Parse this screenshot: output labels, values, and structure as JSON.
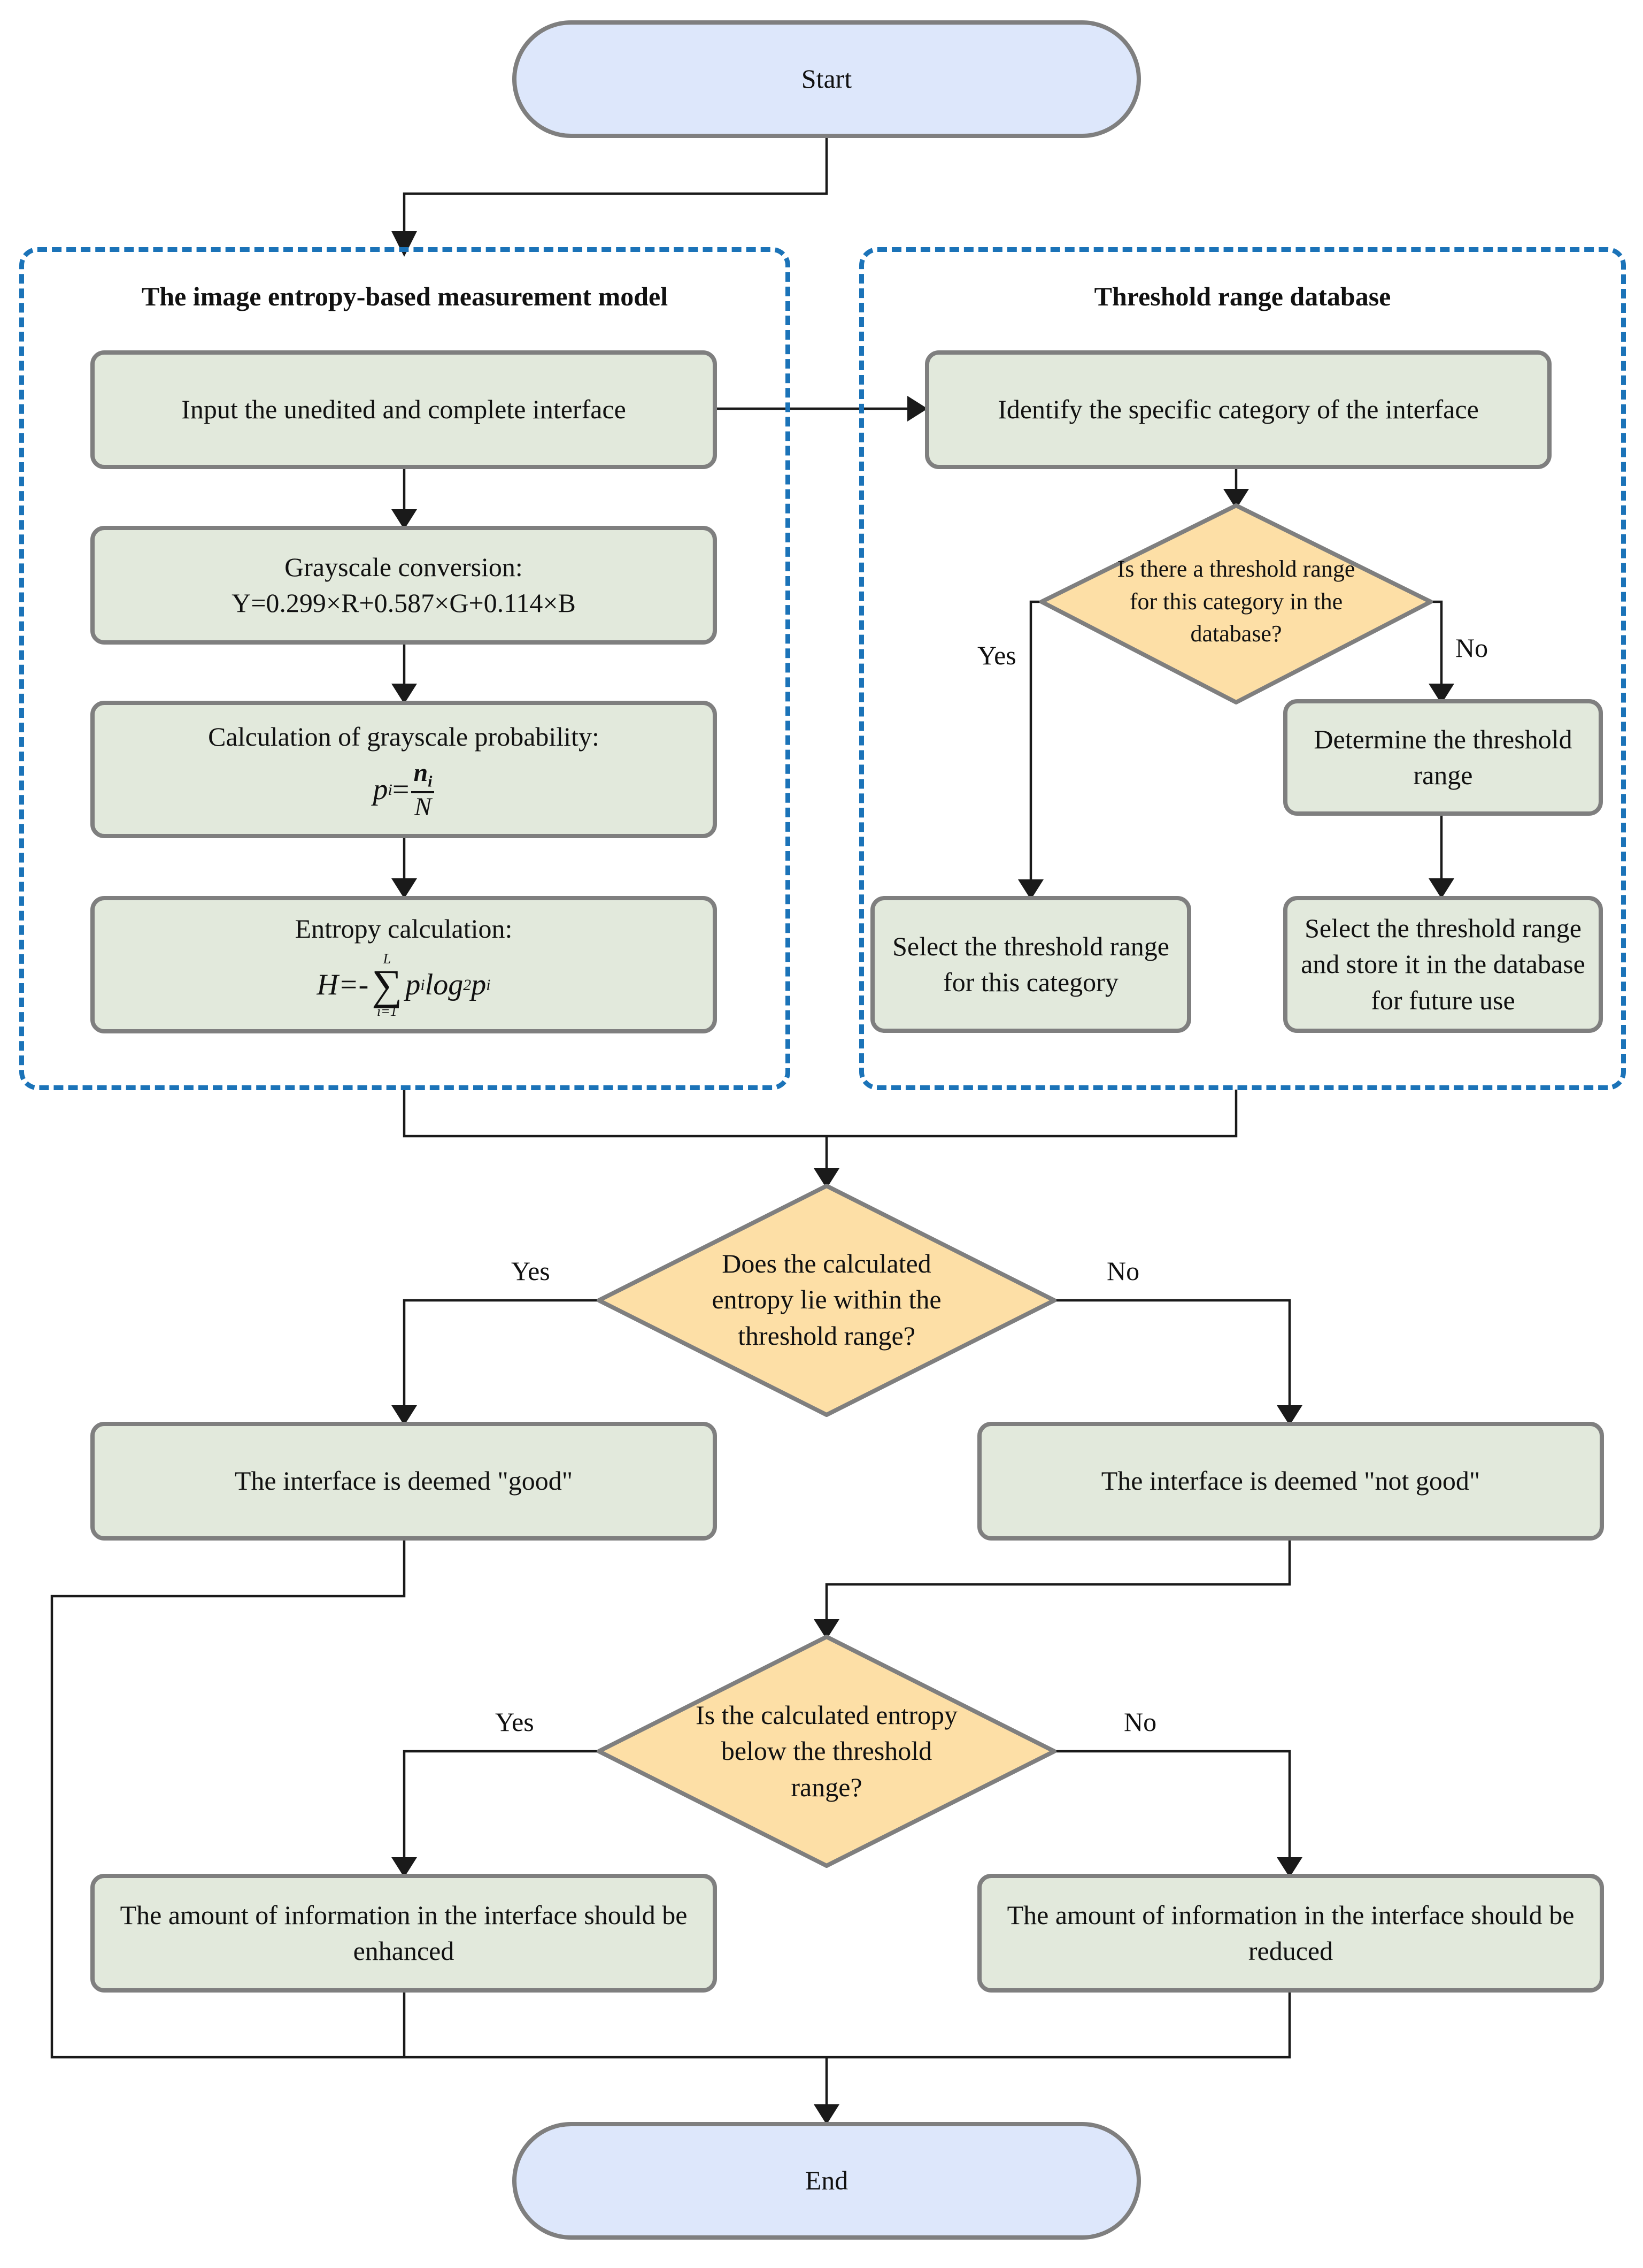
{
  "start": {
    "label": "Start"
  },
  "end": {
    "label": "End"
  },
  "left_group": {
    "title": "The image entropy-based measurement model",
    "input": "Input the unedited and complete interface",
    "grayscale_title": "Grayscale conversion:",
    "grayscale_formula": "Y=0.299×R+0.587×G+0.114×B",
    "prob_title": "Calculation of grayscale probability:",
    "prob_formula": {
      "lhs": "p",
      "lhs_sub": "i",
      "num": "n",
      "num_sub": "i",
      "den": "N"
    },
    "entropy_title": "Entropy calculation:",
    "entropy_formula": {
      "lhs": "H=-",
      "upper": "L",
      "lower": "i=1",
      "term1": "p",
      "term1_sub": "i",
      "log": "log",
      "log_sub": "2",
      "term2": "p",
      "term2_sub": "i"
    }
  },
  "right_group": {
    "title": "Threshold range database",
    "identify": "Identify the specific category of the interface",
    "decision": "Is there a threshold range for this category in the database?",
    "yes": "Yes",
    "no": "No",
    "determine": "Determine the threshold range",
    "select": "Select the threshold range for this category",
    "select_store": "Select the threshold range and store it in the database for future use"
  },
  "decision1": {
    "text": "Does the calculated entropy lie within the threshold range?",
    "yes": "Yes",
    "no": "No"
  },
  "good": "The interface is deemed \"good\"",
  "not_good": "The interface is deemed \"not good\"",
  "decision2": {
    "text": "Is the calculated entropy below the threshold range?",
    "yes": "Yes",
    "no": "No"
  },
  "enhance": "The amount of information in the interface should be enhanced",
  "reduce": "The amount of information in the interface should be reduced"
}
